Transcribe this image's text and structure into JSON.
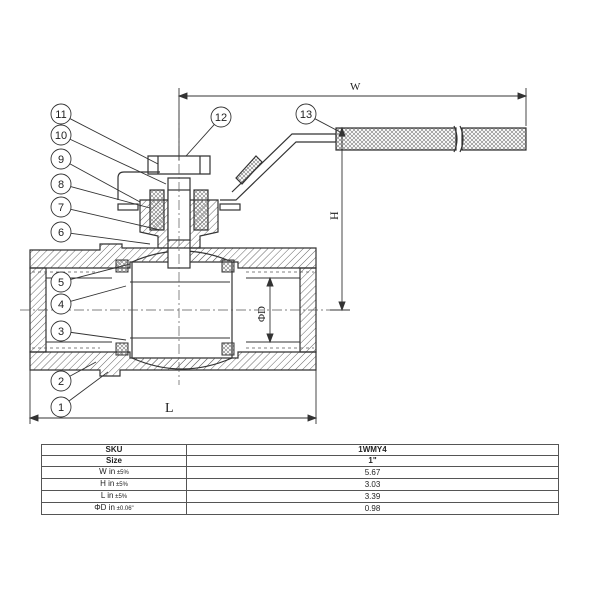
{
  "diagram": {
    "callouts": [
      "1",
      "2",
      "3",
      "4",
      "5",
      "6",
      "7",
      "8",
      "9",
      "10",
      "11",
      "12",
      "13"
    ],
    "dim_w": "W",
    "dim_h": "H",
    "dim_l": "L",
    "dim_d": "ΦD"
  },
  "table": {
    "header": {
      "label": "SKU",
      "value": "1WMY4"
    },
    "rows": [
      {
        "label": "Size",
        "value": "1\"",
        "bold": true
      },
      {
        "label": "W in",
        "tol": "±5%",
        "value": "5.67"
      },
      {
        "label": "H in",
        "tol": "±5%",
        "value": "3.03"
      },
      {
        "label": "L in",
        "tol": "±5%",
        "value": "3.39"
      },
      {
        "label": "ΦD in",
        "tol": "±0.06\"",
        "value": "0.98"
      }
    ]
  }
}
